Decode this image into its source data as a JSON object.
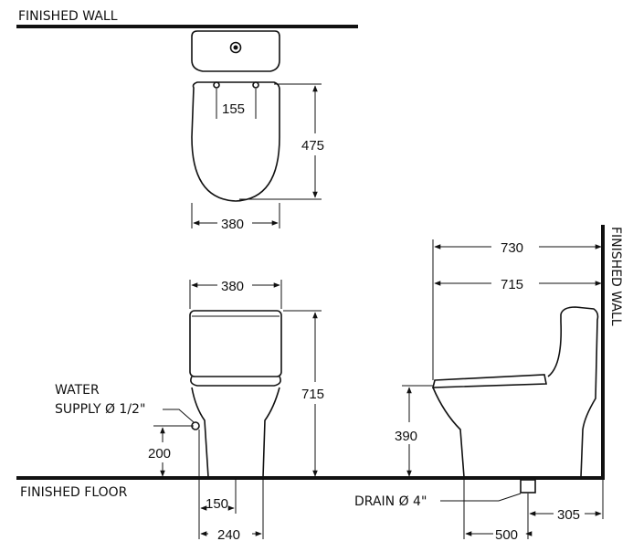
{
  "labels": {
    "wall_top": "FINISHED  WALL",
    "wall_side": "FINISHED WALL",
    "floor": "FINISHED  FLOOR",
    "water_line1": "WATER",
    "water_line2": "SUPPLY Ø 1/2\"",
    "drain": "DRAIN Ø 4\""
  },
  "dimensions": {
    "bolt_spacing": "155",
    "seat_depth": "475",
    "seat_width_top": "380",
    "tank_width": "380",
    "total_height": "715",
    "water_height": "200",
    "water_offset_150": "150",
    "water_offset_240": "240",
    "total_length": "730",
    "seat_length": "715",
    "seat_height": "390",
    "drain_offset": "305",
    "base_length": "500"
  }
}
